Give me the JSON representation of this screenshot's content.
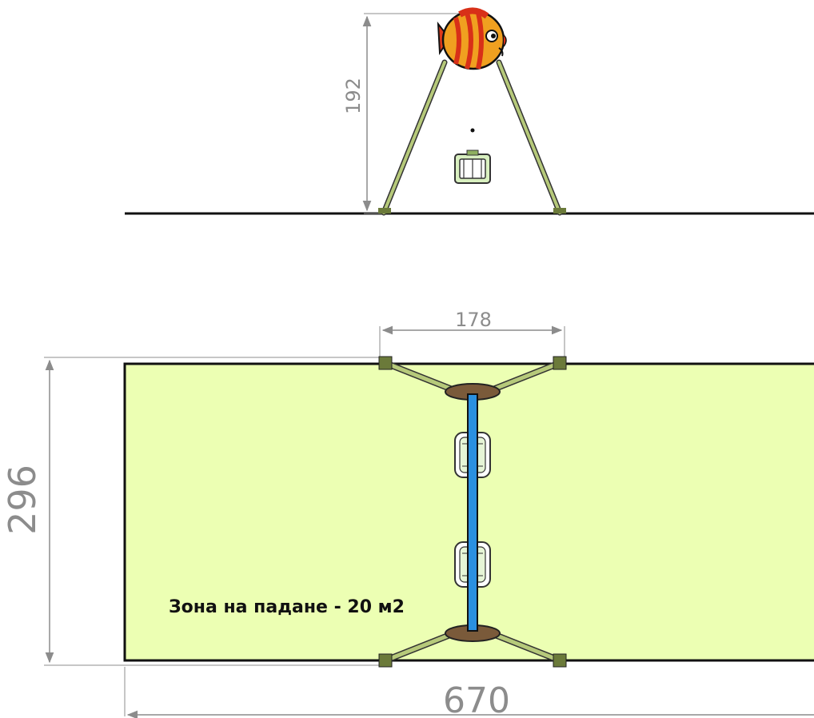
{
  "dimensions": {
    "height": "192",
    "frame_width": "178",
    "zone_depth": "296",
    "zone_length": "670"
  },
  "zone_label": "Зона на падане - 20 м2",
  "colors": {
    "zone_fill": "#ecffb3",
    "frame_legs": "#b6c97a",
    "beam": "#2a90e0",
    "dimension_lines": "#8c8c8c",
    "outline": "#111111",
    "fish_body": "#f0a020",
    "fish_stripes": "#d83018"
  }
}
